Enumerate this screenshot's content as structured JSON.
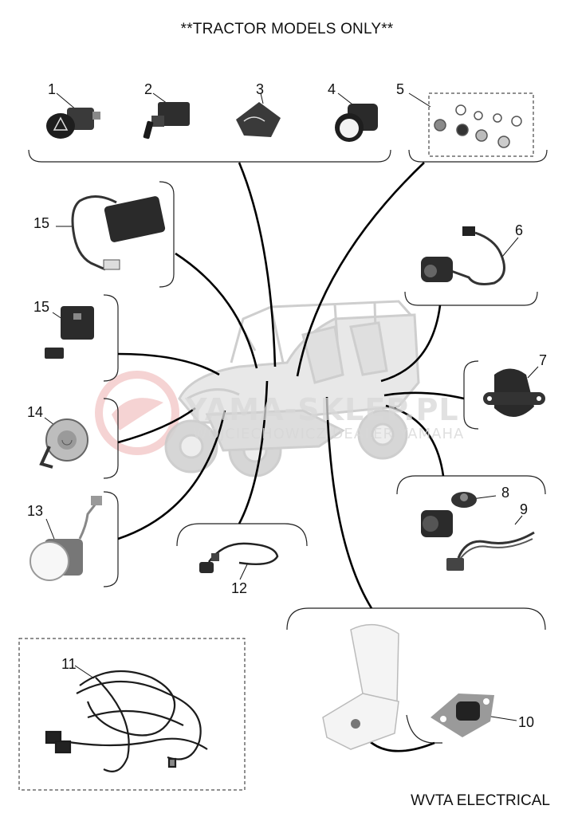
{
  "header": {
    "title": "**TRACTOR MODELS ONLY**"
  },
  "footer": {
    "label": "WVTA ELECTRICAL"
  },
  "watermark": {
    "line1": "YAMA-SKLEP.PL",
    "line2": "WOJCIECHOWICZ DEALER YAMAHA"
  },
  "callouts": [
    "1",
    "2",
    "3",
    "4",
    "5",
    "6",
    "7",
    "8",
    "9",
    "10",
    "11",
    "12",
    "13",
    "14",
    "15",
    "15"
  ],
  "colors": {
    "line": "#000000",
    "bracket": "#222222",
    "part": "#2a2a2a",
    "vehicle": "#cfcfcf",
    "logo": "#e9a0a0"
  }
}
